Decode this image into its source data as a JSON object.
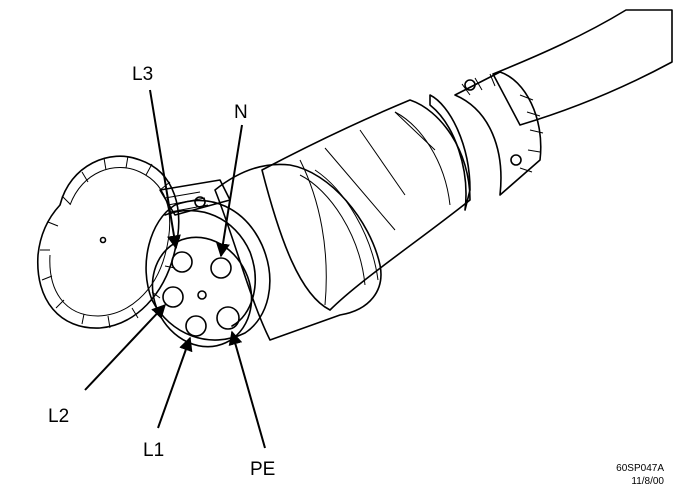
{
  "labels": {
    "l3": "L3",
    "n": "N",
    "l2": "L2",
    "l1": "L1",
    "pe": "PE"
  },
  "drawing_code": "60SP047A",
  "drawing_date": "11/8/00"
}
